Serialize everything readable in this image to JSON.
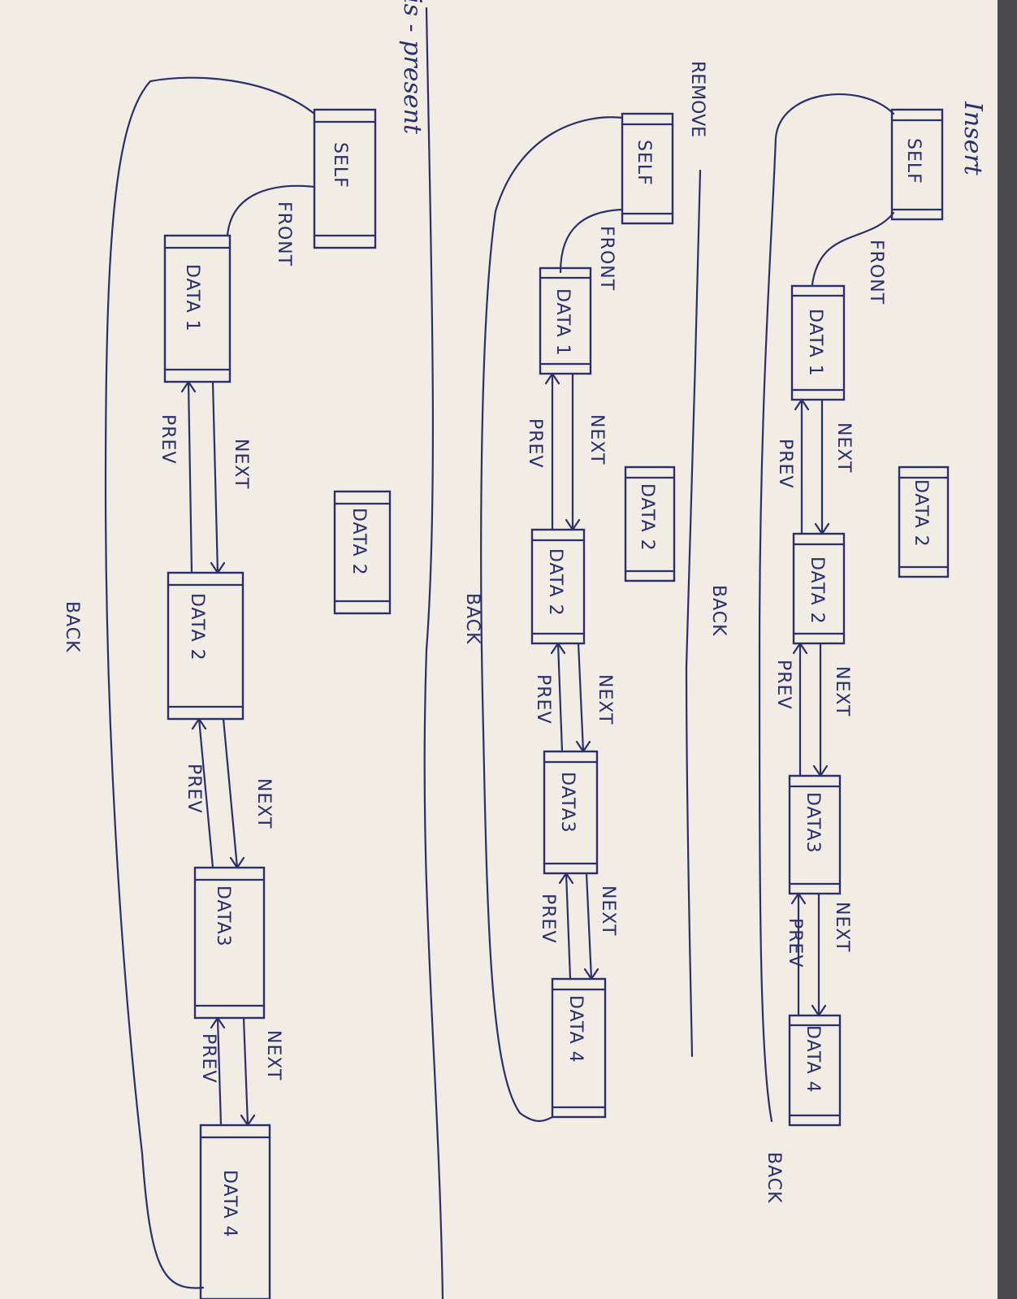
{
  "page": {
    "paper_color": "#f1ece4",
    "background_color": "#3a3a3c",
    "ink_color": "#2b2f6b"
  },
  "sections": [
    {
      "title": "Insert",
      "self": "SELF",
      "front_label": "FRONT",
      "back_label": "BACK",
      "back_label_tail": "BACK",
      "nodes": [
        "DATA 1",
        "DATA 2",
        "DATA3",
        "DATA 4"
      ],
      "floating": "DATA 2",
      "next": "NEXT",
      "prev": "PREV"
    },
    {
      "title": "REMOVE",
      "self": "SELF",
      "front_label": "FRONT",
      "back_label": "BACK",
      "nodes": [
        "DATA 1",
        "DATA 2",
        "DATA3",
        "DATA 4"
      ],
      "floating": "DATA 2",
      "next": "NEXT",
      "prev": "PREV"
    },
    {
      "title": "is - present",
      "self": "SELF",
      "front_label": "FRONT",
      "back_label": "BACK",
      "nodes": [
        "DATA 1",
        "DATA 2",
        "DATA3",
        "DATA 4"
      ],
      "floating": "DATA 2",
      "next": "NEXT",
      "prev": "PREV"
    }
  ]
}
